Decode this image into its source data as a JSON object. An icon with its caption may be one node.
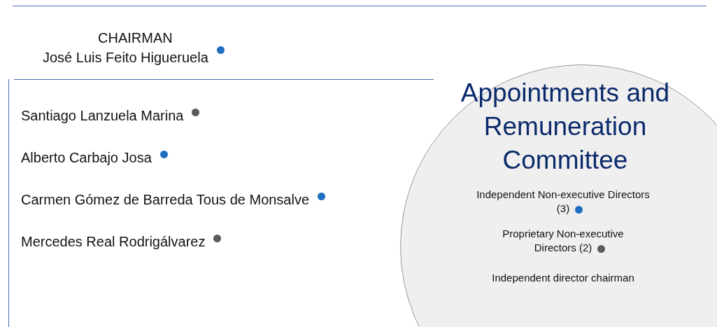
{
  "diagram": {
    "nodes": [
      {
        "text": [
          "Appointments and Remuneration Committee",
          "Independent director chairman"
        ]
      }
    ],
    "labels": [
      "CHAIRMAN",
      "José Luis Feito Higueruela",
      "Santiago Lanzuela Marina",
      "Alberto Carbajo Josa",
      "Carmen Gómez de Barreda Tous de Monsalve",
      "Mercedes Real Rodrigálvarez"
    ],
    "legend": [
      {
        "text": "Independent Non-executive Directors (3)",
        "color": "#1f6fc0"
      },
      {
        "text": "Proprietary Non-executive Directors (2)",
        "color": "#5a5a5a"
      }
    ]
  }
}
